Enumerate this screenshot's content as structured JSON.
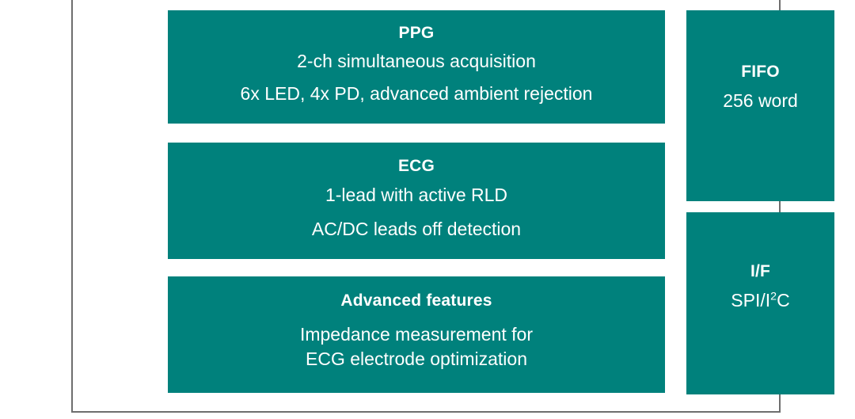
{
  "diagram": {
    "frame_color": "#6e6e6e",
    "block_color": "#00817c",
    "text_color": "#ffffff",
    "background": "#ffffff",
    "blocks": [
      {
        "id": "ppg",
        "title": "PPG",
        "lines": [
          "2-ch simultaneous acquisition",
          "6x LED, 4x PD, advanced ambient rejection"
        ]
      },
      {
        "id": "ecg",
        "title": "ECG",
        "lines": [
          "1-lead with active RLD",
          "AC/DC leads off detection"
        ]
      },
      {
        "id": "advanced",
        "title": "Advanced features",
        "lines": [
          "Impedance measurement for",
          "ECG electrode optimization"
        ]
      },
      {
        "id": "fifo",
        "title": "FIFO",
        "lines": [
          "256 word"
        ]
      },
      {
        "id": "interface",
        "title": "I/F",
        "lines": [
          "SPI/I2C"
        ],
        "line_parts": {
          "prefix": "SPI/I",
          "superscript": "2",
          "suffix": "C"
        }
      }
    ]
  }
}
